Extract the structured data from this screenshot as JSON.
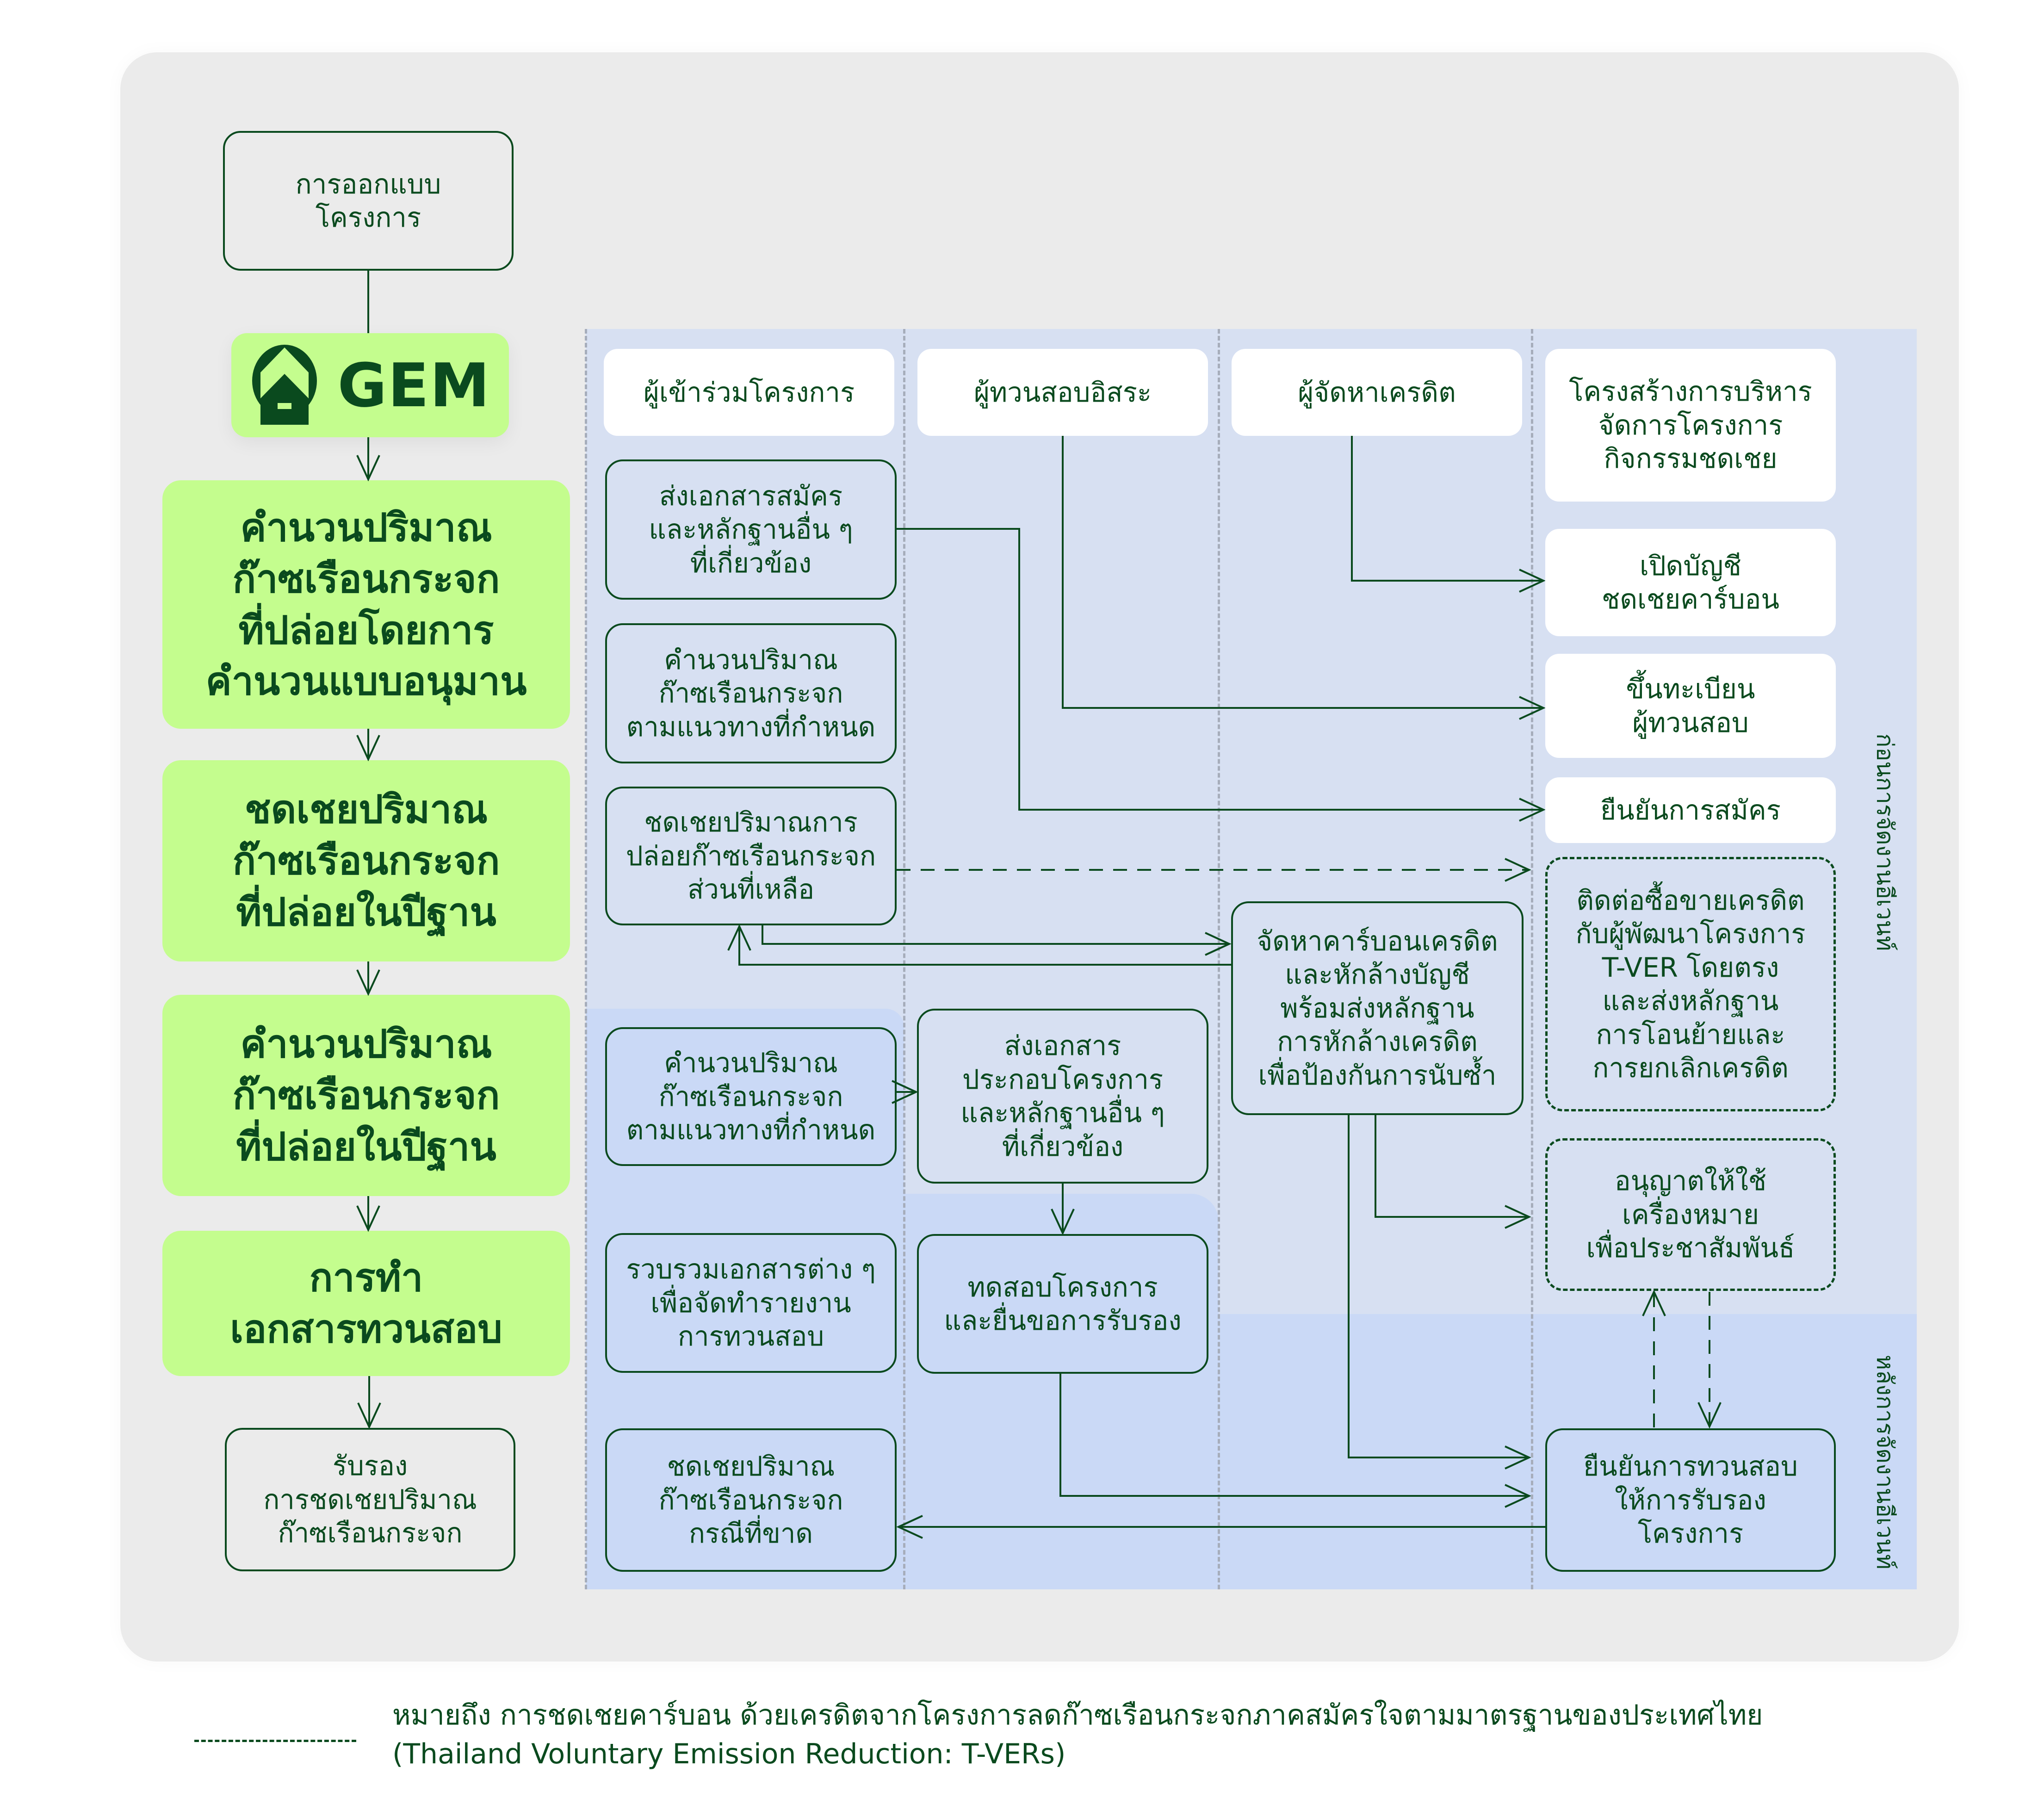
{
  "colors": {
    "background": "#ebebeb",
    "lane_before": "#d7e0f2",
    "lane_after": "#cad9f6",
    "primary_green": "#c4fd8e",
    "text_dark_green": "#0a4a1e",
    "divider_gray": "#a6adbb"
  },
  "logo": {
    "icon": "house-in-circle-icon",
    "text": "GEM"
  },
  "left_flow": {
    "start": "การออกแบบ\nโครงการ",
    "steps": [
      "คำนวนปริมาณ\nก๊าซเรือนกระจก\nที่ปล่อยโดยการ\nคำนวนแบบอนุมาน",
      "ชดเชยปริมาณ\nก๊าซเรือนกระจก\nที่ปล่อยในปีฐาน",
      "คำนวนปริมาณ\nก๊าซเรือนกระจก\nที่ปล่อยในปีฐาน",
      "การทำ\nเอกสารทวนสอบ"
    ],
    "end": "รับรอง\nการชดเชยปริมาณ\nก๊าซเรือนกระจก"
  },
  "lanes": {
    "headers": [
      "ผู้เข้าร่วมโครงการ",
      "ผู้ทวนสอบอิสระ",
      "ผู้จัดหาเครดิต",
      "โครงสร้างการบริหาร\nจัดการโครงการ\nกิจกรรมชดเชย"
    ],
    "phase_labels": {
      "before": "ก่อนการจัดงานอีเวนท์",
      "after": "หลังการจัดงานอีเวนท์"
    },
    "participant": [
      "ส่งเอกสารสมัคร\nและหลักฐานอื่น ๆ\nที่เกี่ยวข้อง",
      "คำนวนปริมาณ\nก๊าซเรือนกระจก\nตามแนวทางที่กำหนด",
      "ชดเชยปริมาณการ\nปล่อยก๊าซเรือนกระจก\nส่วนที่เหลือ",
      "คำนวนปริมาณ\nก๊าซเรือนกระจก\nตามแนวทางที่กำหนด",
      "รวบรวมเอกสารต่าง ๆ\nเพื่อจัดทำรายงาน\nการทวนสอบ",
      "ชดเชยปริมาณ\nก๊าซเรือนกระจก\nกรณีที่ขาด"
    ],
    "verifier": [
      "ส่งเอกสาร\nประกอบโครงการ\nและหลักฐานอื่น ๆ\nที่เกี่ยวข้อง",
      "ทดสอบโครงการ\nและยื่นขอการรับรอง"
    ],
    "credit_provider": [
      "จัดหาคาร์บอนเครดิต\nและหักล้างบัญชี\nพร้อมส่งหลักฐาน\nการหักล้างเครดิต\nเพื่อป้องกันการนับซ้ำ"
    ],
    "management": [
      "เปิดบัญชี\nชดเชยคาร์บอน",
      "ขึ้นทะเบียน\nผู้ทวนสอบ",
      "ยืนยันการสมัคร",
      "ติดต่อซื้อขายเครดิต\nกับผู้พัฒนาโครงการ\nT-VER โดยตรง\nและส่งหลักฐาน\nการโอนย้ายและ\nการยกเลิกเครดิต",
      "อนุญาตให้ใช้\nเครื่องหมาย\nเพื่อประชาสัมพันธ์",
      "ยืนยันการทวนสอบ\nให้การรับรอง\nโครงการ"
    ]
  },
  "legend": {
    "symbol": "dashed-line",
    "text": "หมายถึง การชดเชยคาร์บอน ด้วยเครดิตจากโครงการลดก๊าซเรือนกระจกภาคสมัครใจตามมาตรฐานของประเทศไทย\n(Thailand Voluntary Emission Reduction: T-VERs)"
  }
}
